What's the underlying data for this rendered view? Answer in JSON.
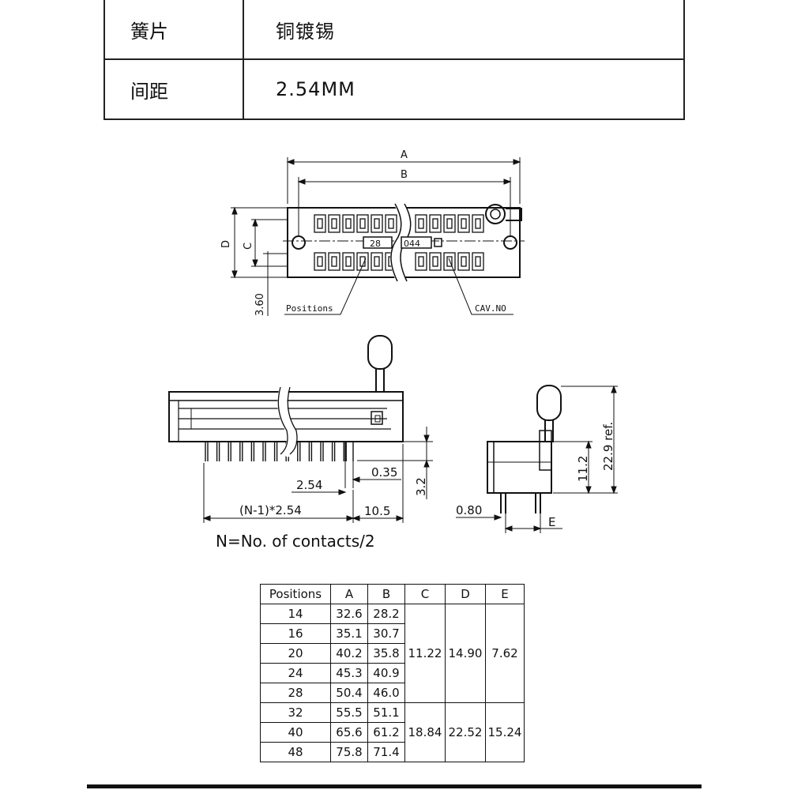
{
  "spec": {
    "rows": [
      {
        "key": "簧片",
        "value": "铜镀锡"
      },
      {
        "key": "间距",
        "value": "2.54MM"
      }
    ]
  },
  "top_view": {
    "label_a": "A",
    "label_b": "B",
    "label_c": "C",
    "label_d": "D",
    "label_360": "3.60",
    "positions": "Positions",
    "cav_no": "CAV.NO",
    "mark_left": "28",
    "mark_right": "044"
  },
  "side_view": {
    "dim_035": "0.35",
    "dim_254": "2.54",
    "dim_32": "3.2",
    "dim_n1": "(N-1)*2.54",
    "dim_105": "10.5",
    "note": "N=No. of contacts/2"
  },
  "end_view": {
    "dim_229": "22.9 ref.",
    "dim_112": "11.2",
    "dim_080": "0.80",
    "label_e": "E"
  },
  "dim_table": {
    "headers": [
      "Positions",
      "A",
      "B",
      "C",
      "D",
      "E"
    ],
    "rows": [
      {
        "pos": "14",
        "a": "32.6",
        "b": "28.2"
      },
      {
        "pos": "16",
        "a": "35.1",
        "b": "30.7"
      },
      {
        "pos": "20",
        "a": "40.2",
        "b": "35.8"
      },
      {
        "pos": "24",
        "a": "45.3",
        "b": "40.9"
      },
      {
        "pos": "28",
        "a": "50.4",
        "b": "46.0"
      },
      {
        "pos": "32",
        "a": "55.5",
        "b": "51.1"
      },
      {
        "pos": "40",
        "a": "65.6",
        "b": "61.2"
      },
      {
        "pos": "48",
        "a": "75.8",
        "b": "71.4"
      }
    ],
    "group1": {
      "c": "11.22",
      "d": "14.90",
      "e": "7.62"
    },
    "group2": {
      "c": "18.84",
      "d": "22.52",
      "e": "15.24"
    }
  }
}
